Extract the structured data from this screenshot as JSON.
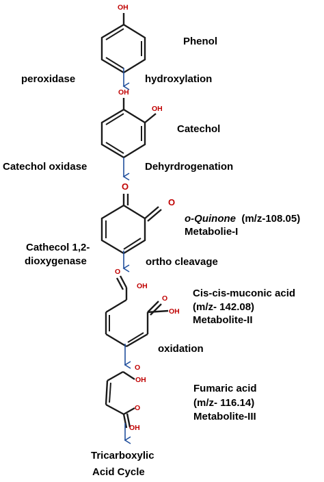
{
  "colors": {
    "atom_label": "#c00000",
    "arrow": "#1f4e9c",
    "bond": "#1a1a1a",
    "text": "#000000"
  },
  "phenol": {
    "oh": "OH",
    "name": "Phenol"
  },
  "step1": {
    "left": "peroxidase",
    "right": "hydroxylation"
  },
  "catechol": {
    "oh1": "OH",
    "oh2": "OH",
    "name": "Catechol"
  },
  "step2": {
    "left": "Catechol oxidase",
    "right": "Dehyrdrogenation"
  },
  "quinone": {
    "o1": "O",
    "o2": "O",
    "name_italic": "o-Quinone",
    "name_mz": "  (m/z-108.05)",
    "metabolite": "Metabolie-I"
  },
  "step3": {
    "left_line1": "Cathecol 1,2-",
    "left_line2": "dioxygenase",
    "right": "ortho cleavage"
  },
  "muconic": {
    "oh1": "OH",
    "o1": "O",
    "oh2": "OH",
    "o2": "O",
    "name": "Cis-cis-muconic acid",
    "mz": "(m/z- 142.08)",
    "metabolite": "Metabolite-II"
  },
  "step4": {
    "right": "oxidation"
  },
  "fumaric": {
    "o1": "O",
    "oh1": "OH",
    "o2": "O",
    "oh2": "OH",
    "name": "Fumaric acid",
    "mz": "(m/z- 116.14)",
    "metabolite": "Metabolite-III"
  },
  "product": {
    "line1": "Tricarboxylic",
    "line2": "Acid Cycle"
  }
}
